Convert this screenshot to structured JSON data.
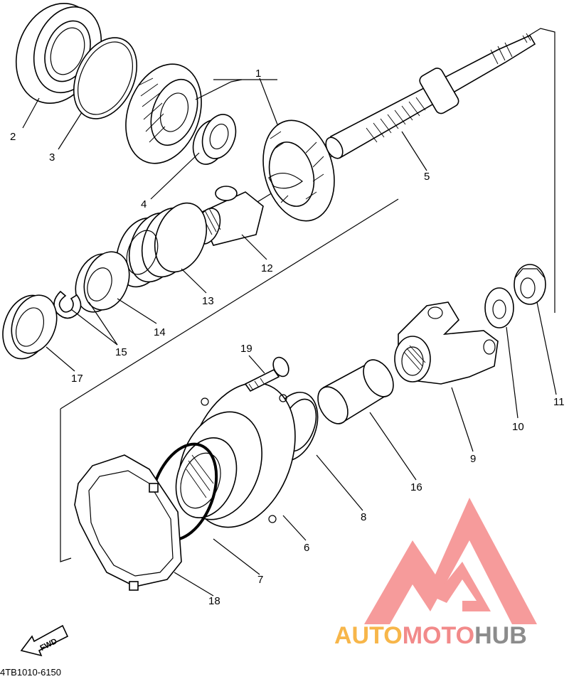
{
  "diagram_code": "4TB1010-6150",
  "fwd_label": "FWD",
  "watermark": {
    "text_a": "AUTO",
    "text_b": "MOTO",
    "text_c": "HUB",
    "color_a": "#f7b64a",
    "color_b": "#f28a8a",
    "color_c": "#8c8c8c",
    "logo_color": "#f58a8a"
  },
  "callouts": {
    "c1": "1",
    "c2": "2",
    "c3": "3",
    "c4": "4",
    "c5": "5",
    "c6": "6",
    "c7": "7",
    "c8": "8",
    "c9": "9",
    "c10": "10",
    "c11": "11",
    "c12": "12",
    "c13": "13",
    "c14": "14",
    "c15": "15",
    "c16": "16",
    "c17": "17",
    "c18": "18",
    "c19": "19"
  }
}
